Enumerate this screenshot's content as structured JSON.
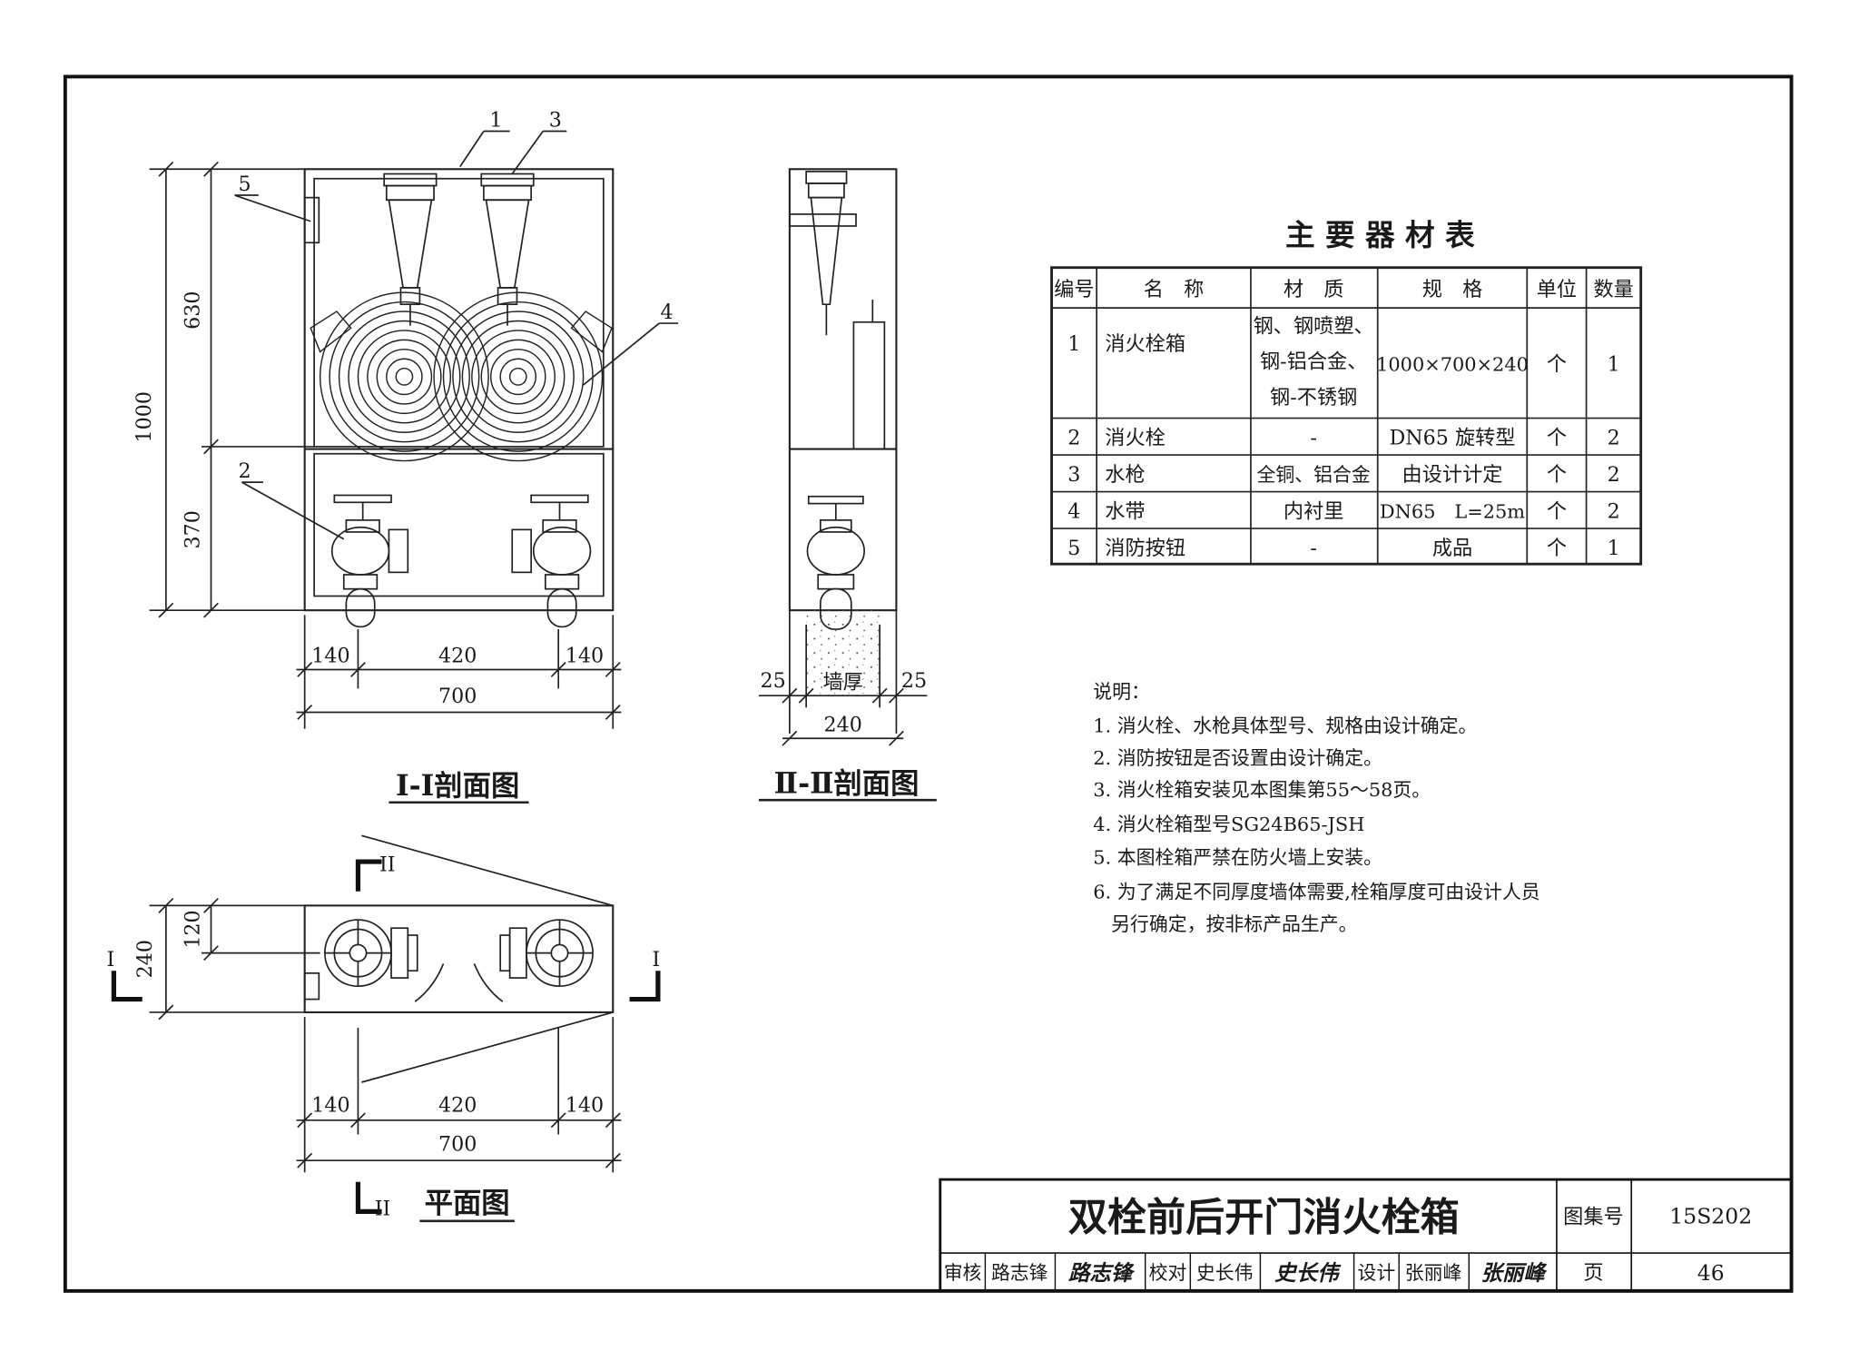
{
  "views": {
    "section1": {
      "title": "I-I剖面图",
      "dims": {
        "h_total": "1000",
        "h_top": "630",
        "h_bottom": "370",
        "w_left": "140",
        "w_mid": "420",
        "w_right": "140",
        "w_total": "700"
      },
      "callouts": [
        "1",
        "3",
        "5",
        "4",
        "2"
      ]
    },
    "section2": {
      "title": "Ⅱ-Ⅱ剖面图",
      "dims": {
        "left": "25",
        "wall": "墙厚",
        "right": "25",
        "total": "240"
      }
    },
    "plan": {
      "title": "平面图",
      "dims": {
        "h_half": "120",
        "h_total": "240",
        "w_left": "140",
        "w_mid": "420",
        "w_right": "140",
        "w_total": "700"
      },
      "section_marks": {
        "one": "I",
        "two": "II"
      }
    }
  },
  "table": {
    "title": "主 要 器 材 表",
    "headers": [
      "编号",
      "名　称",
      "材　质",
      "规　格",
      "单位",
      "数量"
    ],
    "rows": [
      {
        "no": "1",
        "name": "消火栓箱",
        "material": [
          "钢、钢喷塑、",
          "钢-铝合金、",
          "钢-不锈钢"
        ],
        "spec": "1000×700×240",
        "unit": "个",
        "qty": "1"
      },
      {
        "no": "2",
        "name": "消火栓",
        "material": [
          "-"
        ],
        "spec": "DN65 旋转型",
        "unit": "个",
        "qty": "2"
      },
      {
        "no": "3",
        "name": "水枪",
        "material": [
          "全铜、铝合金"
        ],
        "spec": "由设计计定",
        "unit": "个",
        "qty": "2"
      },
      {
        "no": "4",
        "name": "水带",
        "material": [
          "内衬里"
        ],
        "spec": "DN65　L=25m",
        "unit": "个",
        "qty": "2"
      },
      {
        "no": "5",
        "name": "消防按钮",
        "material": [
          "-"
        ],
        "spec": "成品",
        "unit": "个",
        "qty": "1"
      }
    ]
  },
  "notes": {
    "heading": "说明：",
    "items": [
      "1. 消火栓、水枪具体型号、规格由设计确定。",
      "2. 消防按钮是否设置由设计确定。",
      "3. 消火栓箱安装见本图集第55～58页。",
      "4. 消火栓箱型号SG24B65-JSH",
      "5. 本图栓箱严禁在防火墙上安装。",
      "6. 为了满足不同厚度墙体需要,栓箱厚度可由设计人员",
      "   另行确定，按非标产品生产。"
    ]
  },
  "title_block": {
    "drawing_title": "双栓前后开门消火栓箱",
    "atlas_label": "图集号",
    "atlas_no": "15S202",
    "page_label": "页",
    "page_no": "46",
    "review_label": "审核",
    "reviewer": "路志锋",
    "reviewer_sig": "路志锋",
    "check_label": "校对",
    "checker": "史长伟",
    "checker_sig": "史长伟",
    "design_label": "设计",
    "designer": "张丽峰",
    "designer_sig": "张丽峰"
  }
}
